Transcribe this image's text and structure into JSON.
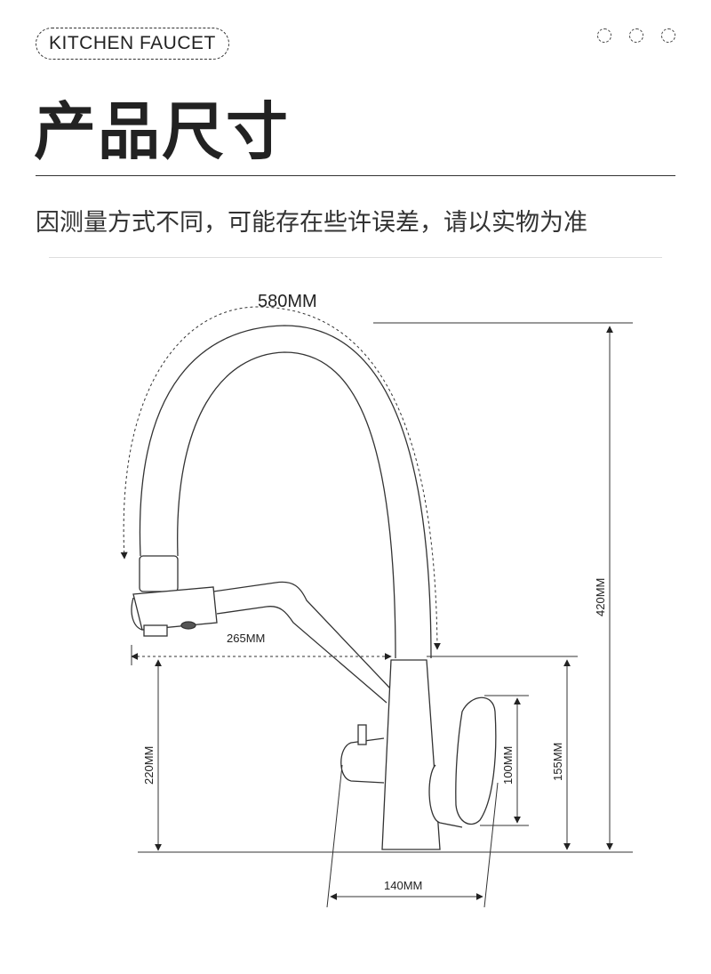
{
  "header": {
    "tag": "KITCHEN FAUCET",
    "title": "产品尺寸",
    "subtitle": "因测量方式不同，可能存在些许误差，请以实物为准"
  },
  "dimensions": {
    "hose_length": "580MM",
    "total_height": "420MM",
    "spout_reach": "265MM",
    "spout_height": "220MM",
    "handle_height": "155MM",
    "lever_length": "100MM",
    "base_width": "140MM"
  },
  "colors": {
    "line": "#222222",
    "accent_rule": "#333333"
  }
}
